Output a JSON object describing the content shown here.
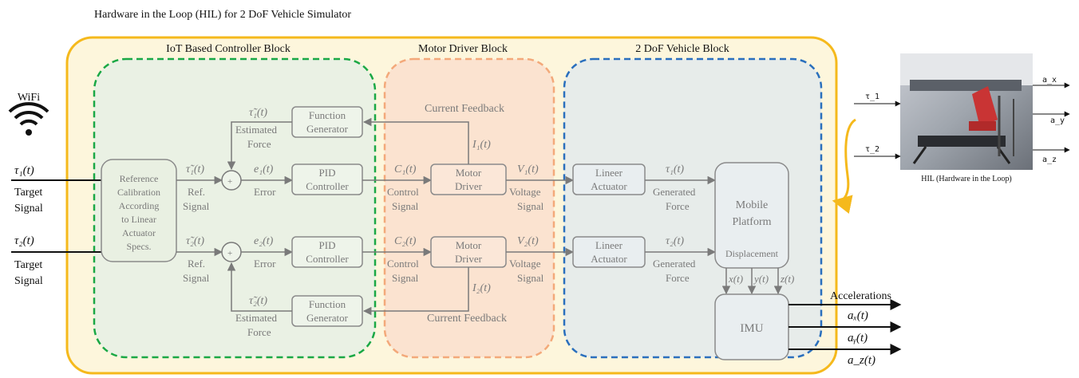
{
  "title": "Hardware in the Loop (HIL) for 2 DoF Vehicle Simulator",
  "wifi": {
    "label": "WiFi",
    "icon": "wifi-icon"
  },
  "inputs": {
    "tau1": "τ₁(t)",
    "tau1_label_1": "Target",
    "tau1_label_2": "Signal",
    "tau2": "τ₂(t)",
    "tau2_label_1": "Target",
    "tau2_label_2": "Signal"
  },
  "blocks": {
    "controller": {
      "title": "IoT Based Controller Block",
      "reference": [
        "Reference",
        "Calibration",
        "According",
        "to Linear",
        "Actuator",
        "Specs."
      ],
      "ref1": "τ̃₁(t)",
      "ref2": "τ̃₂(t)",
      "ref_label_1": "Ref.",
      "ref_label_2": "Signal",
      "est1": "τ̃₁(t)",
      "est2": "τ̃₂(t)",
      "est_label_1": "Estimated",
      "est_label_2": "Force",
      "sum_sign": "+",
      "e1": "e₁(t)",
      "e2": "e₂(t)",
      "error_label": "Error",
      "pid": [
        "PID",
        "Controller"
      ],
      "funcgen": [
        "Function",
        "Generator"
      ]
    },
    "motor": {
      "title": "Motor Driver Block",
      "feedback_label": "Current Feedback",
      "i1": "I₁(t)",
      "i2": "I₂(t)",
      "c1": "C₁(t)",
      "c2": "C₂(t)",
      "control_label_1": "Control",
      "control_label_2": "Signal",
      "driver": [
        "Motor",
        "Driver"
      ],
      "v1": "V₁(t)",
      "v2": "V₂(t)",
      "voltage_label_1": "Voltage",
      "voltage_label_2": "Signal"
    },
    "vehicle": {
      "title": "2 DoF Vehicle Block",
      "actuator": [
        "Lineer",
        "Actuator"
      ],
      "t1": "τ₁(t)",
      "t2": "τ₂(t)",
      "gen_label_1": "Generated",
      "gen_label_2": "Force",
      "platform": [
        "Mobile",
        "Platform"
      ],
      "displacement": "Displacement",
      "x": "x(t)",
      "y": "y(t)",
      "z": "z(t)",
      "imu": "IMU"
    }
  },
  "outputs": {
    "label": "Accelerations",
    "ax": "aₓ(t)",
    "ay": "aᵧ(t)",
    "az": "a_z(t)"
  },
  "hil": {
    "in1": "τ_1",
    "in2": "τ_2",
    "out1": "a_x",
    "out2": "a_y",
    "out3": "a_z",
    "caption": "HIL (Hardware in the Loop)"
  },
  "colors": {
    "outer_border": "#f5b91c",
    "outer_fill": "#fdf6dc",
    "controller_border": "#1aa845",
    "motor_border": "#f3a97a",
    "motor_fill": "#fbe3d0",
    "vehicle_border": "#2a6fbd"
  }
}
